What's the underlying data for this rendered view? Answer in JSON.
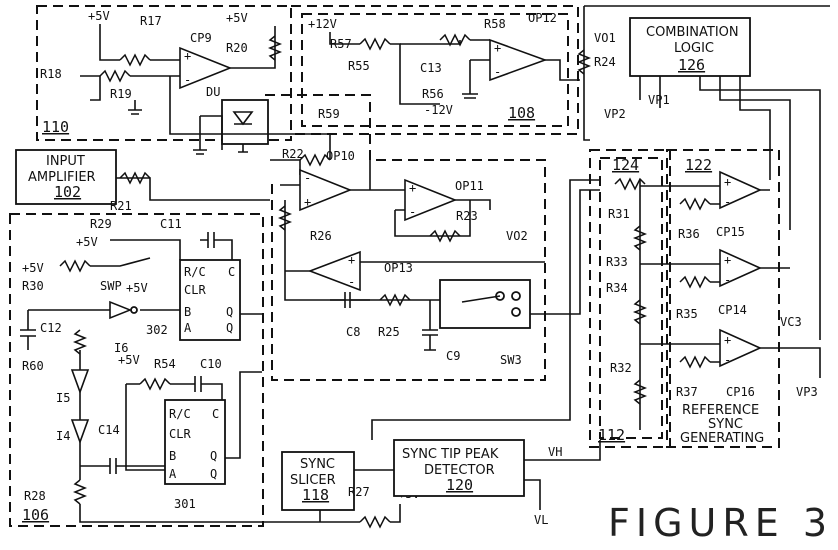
{
  "figure_title": "FIGURE 3",
  "blocks": {
    "input_amplifier": {
      "line1": "INPUT",
      "line2": "AMPLIFIER",
      "num": "102"
    },
    "combination_logic": {
      "line1": "COMBINATION",
      "line2": "LOGIC",
      "num": "126"
    },
    "sync_slicer": {
      "line1": "SYNC",
      "line2": "SLICER",
      "num": "118"
    },
    "sync_tip": {
      "line1": "SYNC TIP PEAK",
      "line2": "DETECTOR",
      "num": "120"
    },
    "ref_sync": {
      "line1": "REFERENCE",
      "line2": "SYNC",
      "line3": "GENERATING"
    }
  },
  "regions": {
    "r110": "110",
    "r108": "108",
    "r106": "106",
    "r112": "112",
    "r124": "124",
    "r122": "122"
  },
  "supplies": {
    "p5v": "+5V",
    "p12v": "+12V",
    "m12v": "-12V"
  },
  "components": {
    "R17": "R17",
    "R18": "R18",
    "R19": "R19",
    "R20": "R20",
    "CP9": "CP9",
    "DU": "DU",
    "R59": "R59",
    "R57": "R57",
    "R58": "R58",
    "R55": "R55",
    "R56": "R56",
    "C13": "C13",
    "OP12": "OP12",
    "R24": "R24",
    "VO1": "VO1",
    "VP2": "VP2",
    "VP1": "VP1",
    "R21": "R21",
    "R22": "R22",
    "OP10": "OP10",
    "OP11": "OP11",
    "R23": "R23",
    "VO2": "VO2",
    "R26": "R26",
    "OP13": "OP13",
    "C8": "C8",
    "R25": "R25",
    "C9": "C9",
    "SW3": "SW3",
    "R29": "R29",
    "C11": "C11",
    "R30": "R30",
    "SWP": "SWP",
    "C12": "C12",
    "R60": "R60",
    "I6": "I6",
    "I5": "I5",
    "I4": "I4",
    "C14": "C14",
    "R28": "R28",
    "R54": "R54",
    "C10": "C10",
    "n302": "302",
    "n301": "301",
    "R27": "R27",
    "VH": "VH",
    "VL": "VL",
    "R31": "R31",
    "R33": "R33",
    "R34": "R34",
    "R32": "R32",
    "R36": "R36",
    "CP15": "CP15",
    "R35": "R35",
    "CP14": "CP14",
    "R37": "R37",
    "CP16": "CP16",
    "VC3": "VC3",
    "VP3": "VP3"
  },
  "flipflop_pins": {
    "rc": "R/C",
    "c": "C",
    "clr": "CLR",
    "b": "B",
    "a": "A",
    "q": "Q",
    "qbar": "Q"
  }
}
